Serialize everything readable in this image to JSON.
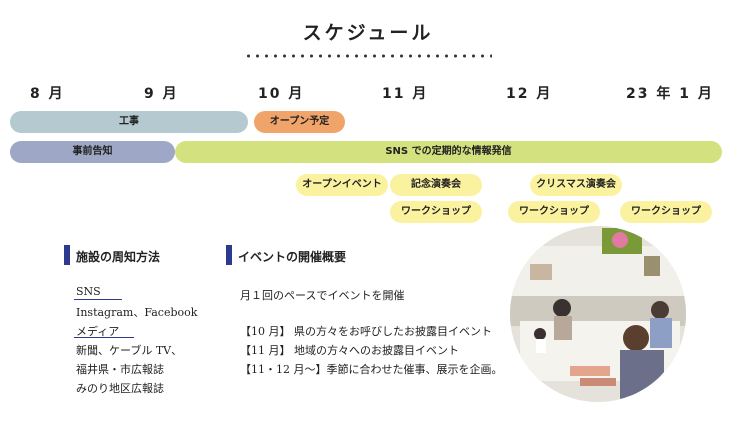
{
  "title": "スケジュール",
  "months": [
    "8 月",
    "9 月",
    "10 月",
    "11 月",
    "12 月",
    "23 年 1 月"
  ],
  "timeline": {
    "construction": "工事",
    "open_plan": "オープン予定",
    "pre_notice": "事前告知",
    "sns": "SNS での定期的な情報発信"
  },
  "events": {
    "open_event": "オープンイベント",
    "memorial_concert": "記念演奏会",
    "christmas_concert": "クリスマス演奏会",
    "workshop": "ワークショップ"
  },
  "colors": {
    "construction": "#b5c9d1",
    "open_plan": "#f1a46a",
    "pre_notice": "#9ea8c6",
    "sns": "#d3e27f",
    "pill": "#fbf2a0",
    "accent": "#2b3a8c"
  },
  "facility": {
    "heading": "施設の周知方法",
    "sns_label": "SNS",
    "sns_detail": "Instagram、Facebook",
    "media_label": "メディア",
    "media_line1": "新聞、ケーブル TV、",
    "media_line2": "福井県・市広報誌",
    "media_line3": "みのり地区広報誌"
  },
  "event_overview": {
    "heading": "イベントの開催概要",
    "line1": "月１回のペースでイベントを開催",
    "line2": "【10 月】 県の方々をお呼びしたお披露目イベント",
    "line3": "【11 月】 地域の方々へのお披露目イベント",
    "line4": "【11・12 月〜】季節に合わせた催事、展示を企画。"
  }
}
